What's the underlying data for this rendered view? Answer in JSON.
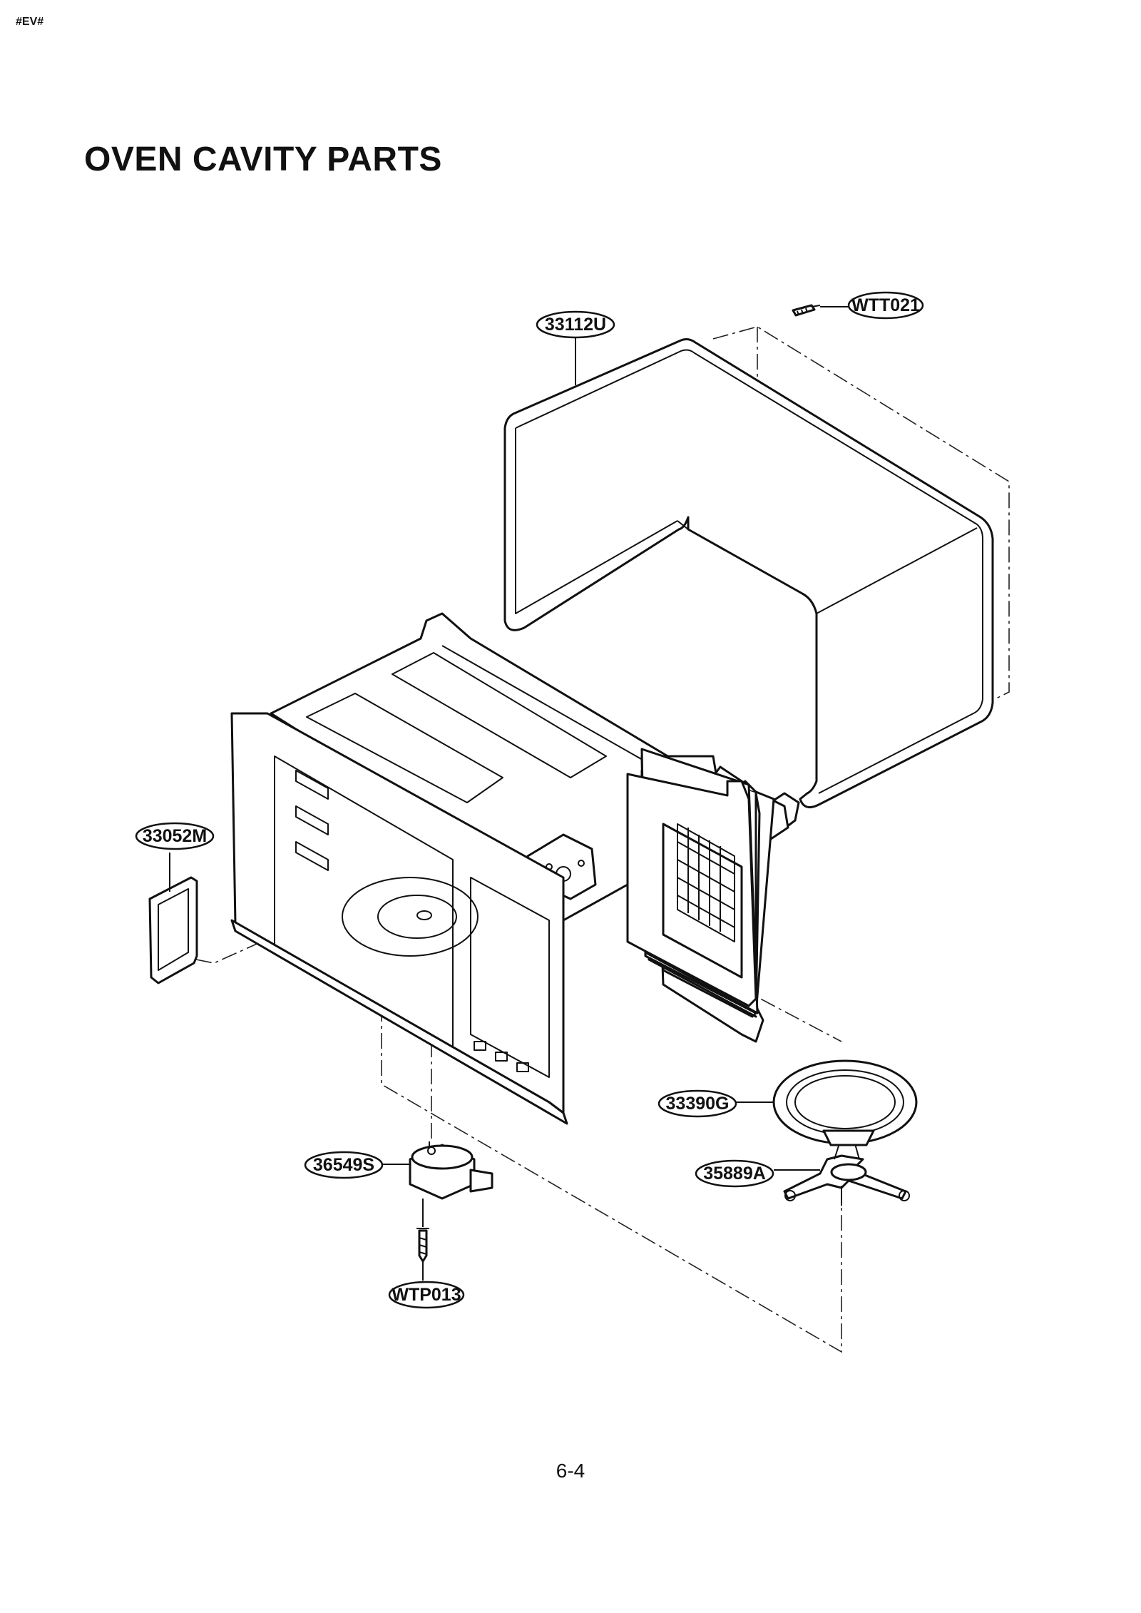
{
  "header": {
    "mark": "#EV#",
    "title": "OVEN CAVITY PARTS"
  },
  "footer": {
    "page_number": "6-4"
  },
  "parts": {
    "cabinet": "33112U",
    "cabinet_screw": "WTT021",
    "cover": "33052M",
    "tray": "33390G",
    "roller_ring": "35889A",
    "motor": "36549S",
    "motor_screw": "WTP013"
  }
}
